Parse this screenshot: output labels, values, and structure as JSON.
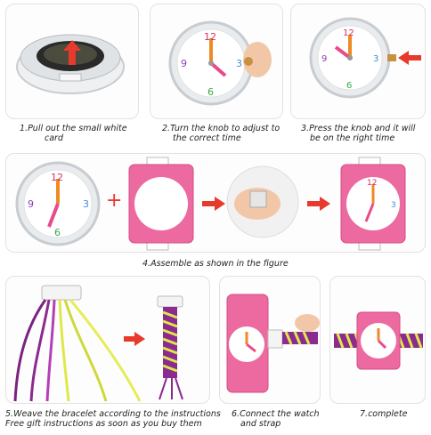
{
  "steps": [
    {
      "lines": [
        "1.Pull out the small white",
        "card"
      ]
    },
    {
      "lines": [
        "2.Turn the knob to adjust to",
        "the correct time"
      ]
    },
    {
      "lines": [
        "3.Press the knob and it will",
        "be on the right time"
      ]
    },
    {
      "lines": [
        "4.Assemble as shown in the figure"
      ]
    },
    {
      "lines": [
        "5.Weave the bracelet according to the instructions",
        "Free gift instructions as soon as you buy them"
      ]
    },
    {
      "lines": [
        "6.Connect the watch",
        "and strap"
      ]
    },
    {
      "lines": [
        "7.complete"
      ]
    }
  ],
  "plus_sign": "+",
  "colors": {
    "arrow": "#e8392d",
    "pink": "#ec6aa0",
    "strap_purple": "#8b2a8f",
    "strap_yellow": "#dfe84a"
  }
}
